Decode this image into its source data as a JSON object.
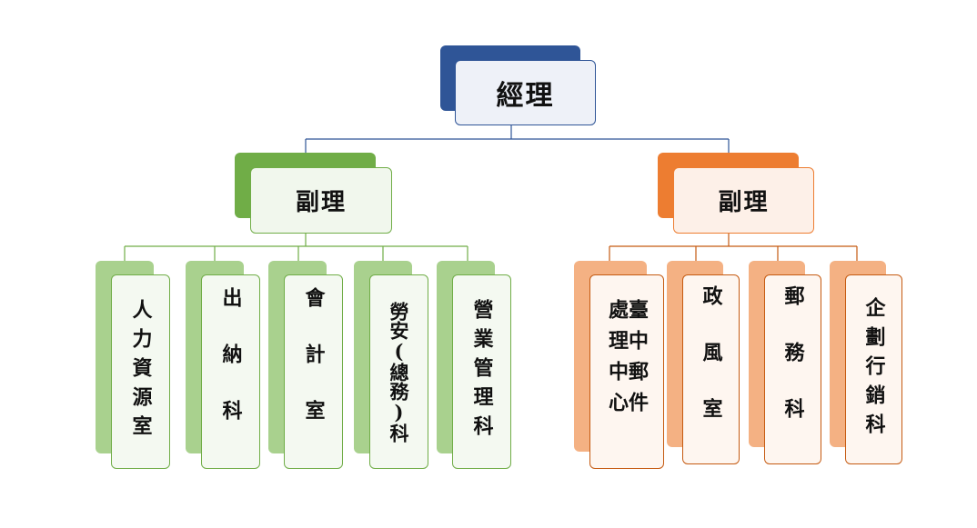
{
  "root": {
    "label": "經理",
    "color": "#2f5597"
  },
  "branches": [
    {
      "label": "副理",
      "color": "#70ad47",
      "light_color": "#a9d18e",
      "children": [
        "人力資源室",
        "出納科",
        "會計室",
        "勞安(總務)科",
        "營業管理科"
      ]
    },
    {
      "label": "副理",
      "color": "#ed7d31",
      "light_color": "#f4b183",
      "children": [
        "臺中郵件處理中心",
        "政風室",
        "郵務科",
        "企劃行銷科"
      ]
    }
  ]
}
